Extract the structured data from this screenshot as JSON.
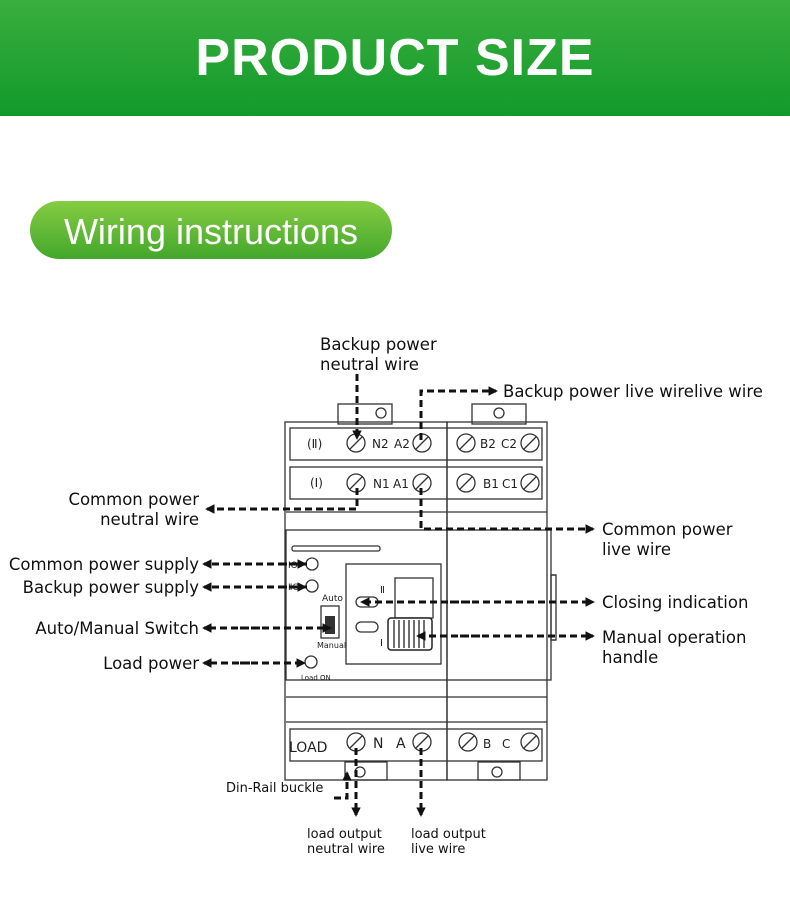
{
  "banner": {
    "title": "PRODUCT SIZE",
    "color": "#14a02c"
  },
  "section": {
    "title": "Wiring instructions",
    "color": "#5cb834"
  },
  "labels": {
    "backup_neutral_1": "Backup power",
    "backup_neutral_2": "neutral wire",
    "backup_live": "Backup power live wirelive wire",
    "common_neutral_1": "Common power",
    "common_neutral_2": "neutral wire",
    "common_live_1": "Common power",
    "common_live_2": "live wire",
    "common_supply": "Common power supply",
    "backup_supply": "Backup power supply",
    "auto_manual": "Auto/Manual Switch",
    "load_power": "Load power",
    "closing": "Closing indication",
    "handle_1": "Manual operation",
    "handle_2": "handle",
    "din_rail": "Din-Rail buckle",
    "load_neutral_1": "load output",
    "load_neutral_2": "neutral wire",
    "load_live_1": "load output",
    "load_live_2": "live wire"
  },
  "device": {
    "row2": "(Ⅱ)",
    "row1": "(Ⅰ)",
    "n2": "N2",
    "a2": "A2",
    "b2": "B2",
    "c2": "C2",
    "n1": "N1",
    "a1": "A1",
    "b1": "B1",
    "c1": "C1",
    "load": "LOAD",
    "n": "N",
    "a": "A",
    "b": "B",
    "c": "C",
    "auto": "Auto",
    "manual": "Manual",
    "load_on": "Load ON",
    "ind_1": "Ⅰ",
    "ind_2": "Ⅱ",
    "led_1": "ⅠO",
    "led_2": "ⅡO"
  }
}
